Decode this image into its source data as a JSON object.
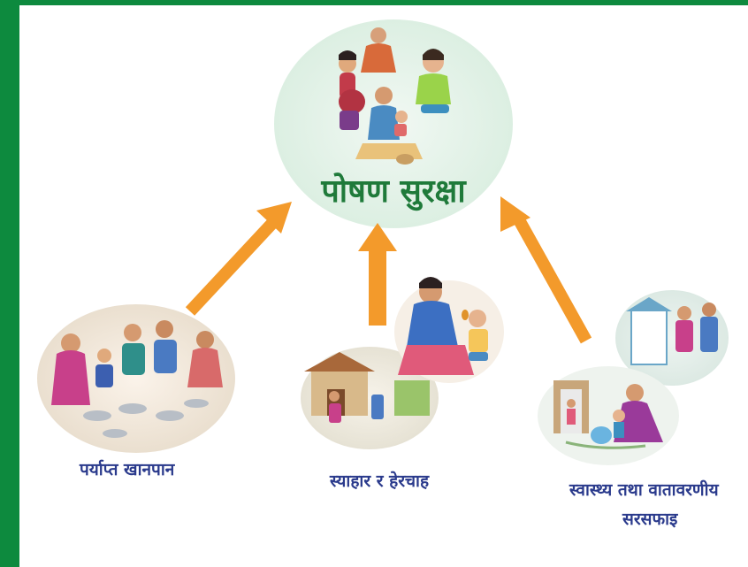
{
  "center": {
    "title": "पोषण सुरक्षा",
    "image_icon": "family-nutrition-illustration"
  },
  "nodes": [
    {
      "label": "पर्याप्त खानपान",
      "image_icon": "family-eating-meal-illustration"
    },
    {
      "label": "स्याहार र हेरचाह",
      "image_icon": "mother-feeding-child-illustration"
    },
    {
      "label_line1": "स्वास्थ्य तथा वातावरणीय",
      "label_line2": "सरसफाइ",
      "image_icon": "handwashing-sanitation-illustration"
    }
  ],
  "colors": {
    "frame_green": "#0d8a3e",
    "title_green": "#1f7a3a",
    "arrow_orange": "#f39a2b",
    "caption_blue": "#2a3a8c",
    "circle_bg": "#e6f3ea"
  }
}
